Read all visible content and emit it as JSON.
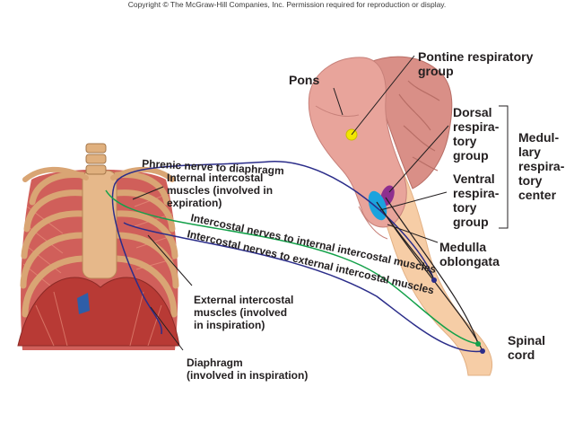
{
  "copyright": "Copyright © The McGraw-Hill Companies, Inc. Permission required for reproduction or display.",
  "labels": {
    "pons": "Pons",
    "pontine": [
      "Pontine respiratory",
      "group"
    ],
    "dorsal": [
      "Dorsal",
      "respira-",
      "tory",
      "group"
    ],
    "ventral": [
      "Ventral",
      "respira-",
      "tory",
      "group"
    ],
    "medullary_center": [
      "Medul-",
      "lary",
      "respira-",
      "tory",
      "center"
    ],
    "medulla": [
      "Medulla",
      "oblongata"
    ],
    "spinal": [
      "Spinal",
      "cord"
    ],
    "phrenic": "Phrenic nerve to diaphragm",
    "internal_intercostal": [
      "Internal intercostal",
      "muscles (involved in",
      "expiration)"
    ],
    "intercostal_internal_nerves": "Intercostal nerves to internal intercostal muscles",
    "intercostal_external_nerves": "Intercostal nerves to external intercostal muscles",
    "external_intercostal": [
      "External intercostal",
      "muscles (involved",
      "in inspiration)"
    ],
    "diaphragm": [
      "Diaphragm",
      "(involved in inspiration)"
    ]
  },
  "colors": {
    "brainstem": "#e8a49b",
    "spinal_cord": "#f6cda6",
    "pontine_group": "#f2e600",
    "dorsal_group": "#8e2f8f",
    "ventral_group": "#1ba3de",
    "nerve_blue": "#2b2d8a",
    "nerve_green": "#14a14a",
    "muscle": "#c8433d",
    "bone": "#d9a574"
  }
}
